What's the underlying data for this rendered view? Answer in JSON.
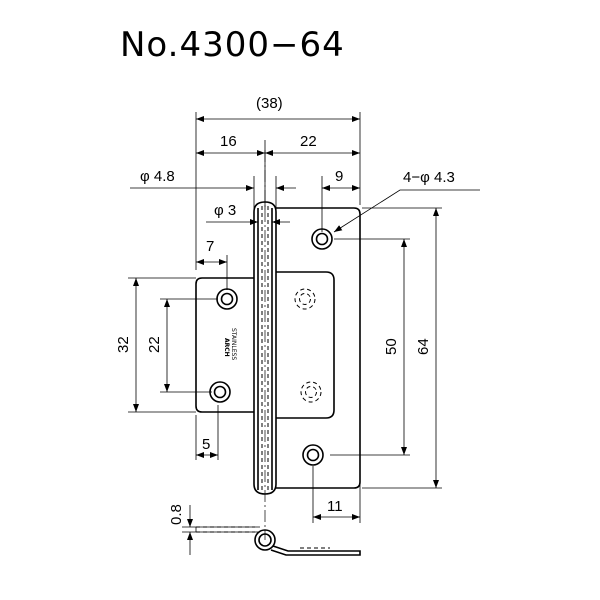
{
  "title": "No.4300−64",
  "dimensions": {
    "overall_width": "(38)",
    "left_leaf": "16",
    "right_leaf": "22",
    "knuckle_dia": "φ 4.8",
    "pin_dia": "φ 3",
    "hole_offset_right": "9",
    "holes": "4−φ 4.3",
    "hole_offset_left": "7",
    "left_height": "32",
    "left_pitch": "22",
    "right_pitch": "50",
    "right_height": "64",
    "left_bottom": "5",
    "right_bottom": "11",
    "thickness": "0.8"
  },
  "emboss": {
    "line1": "STAINLESS",
    "line2": "ARCH"
  }
}
